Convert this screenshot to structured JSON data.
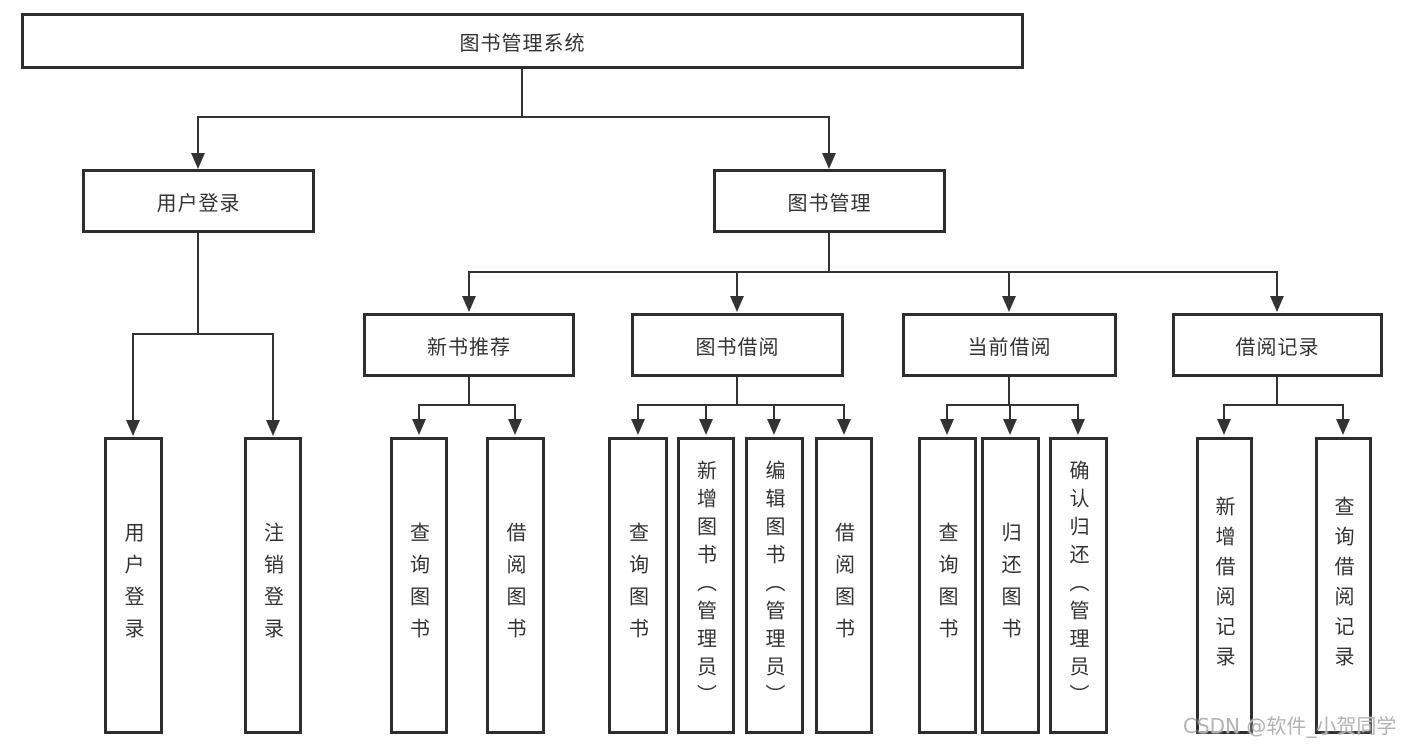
{
  "tree": {
    "root": {
      "label": "图书管理系统"
    },
    "user_login": {
      "label": "用户登录",
      "children": [
        {
          "label": "用户登录"
        },
        {
          "label": "注销登录"
        }
      ]
    },
    "book_management": {
      "label": "图书管理",
      "sections": [
        {
          "label": "新书推荐",
          "children": [
            {
              "label": "查询图书"
            },
            {
              "label": "借阅图书"
            }
          ]
        },
        {
          "label": "图书借阅",
          "children": [
            {
              "label": "查询图书"
            },
            {
              "label": "新增图书（管理员）"
            },
            {
              "label": "编辑图书（管理员）"
            },
            {
              "label": "借阅图书"
            }
          ]
        },
        {
          "label": "当前借阅",
          "children": [
            {
              "label": "查询图书"
            },
            {
              "label": "归还图书"
            },
            {
              "label": "确认归还（管理员）"
            }
          ]
        },
        {
          "label": "借阅记录",
          "children": [
            {
              "label": "新增借阅记录"
            },
            {
              "label": "查询借阅记录"
            }
          ]
        }
      ]
    }
  },
  "watermark": {
    "text": "CSDN @软件_小贺同学"
  },
  "colors": {
    "line": "#333333",
    "text": "#333333",
    "border": "#2e2e2e",
    "watermark": "#b3b3b3",
    "background": "#ffffff"
  }
}
